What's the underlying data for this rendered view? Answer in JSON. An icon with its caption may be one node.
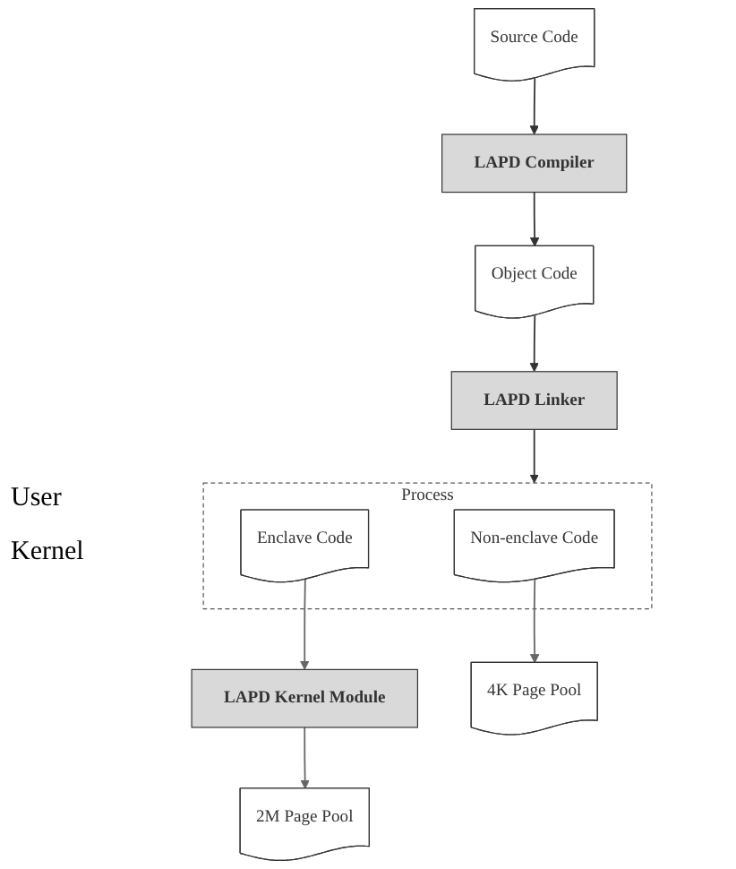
{
  "diagram": {
    "nodes": [
      {
        "text": [
          "Source Code"
        ]
      },
      {
        "text": [
          "LAPD Compiler"
        ]
      },
      {
        "text": [
          "Object Code"
        ]
      },
      {
        "text": [
          "LAPD Linker"
        ]
      },
      {
        "text": [
          "Process"
        ]
      },
      {
        "text": [
          "Non-enclave Code"
        ],
        "in": 4
      },
      {
        "text": [
          "Enclave Code"
        ],
        "in": 4
      },
      {
        "text": [
          "LAPD Kernel Module"
        ]
      },
      {
        "text": [
          "4K Page Pool"
        ]
      },
      {
        "text": [
          "2M Page Pool"
        ]
      }
    ],
    "edges": [
      {
        "from": 0,
        "to": 1,
        "arrow": "to"
      },
      {
        "from": 1,
        "to": 2,
        "arrow": "to"
      },
      {
        "from": 2,
        "to": 3,
        "arrow": "to"
      },
      {
        "from": 3,
        "to": 4,
        "arrow": "to"
      },
      {
        "from": 6,
        "to": 7,
        "arrow": "to",
        "color": "#666666"
      },
      {
        "from": 7,
        "to": 9,
        "arrow": "to",
        "color": "#666666"
      },
      {
        "from": 5,
        "to": 8,
        "arrow": "to",
        "color": "#666666"
      }
    ],
    "labels": [
      "User",
      "Kernel"
    ]
  }
}
